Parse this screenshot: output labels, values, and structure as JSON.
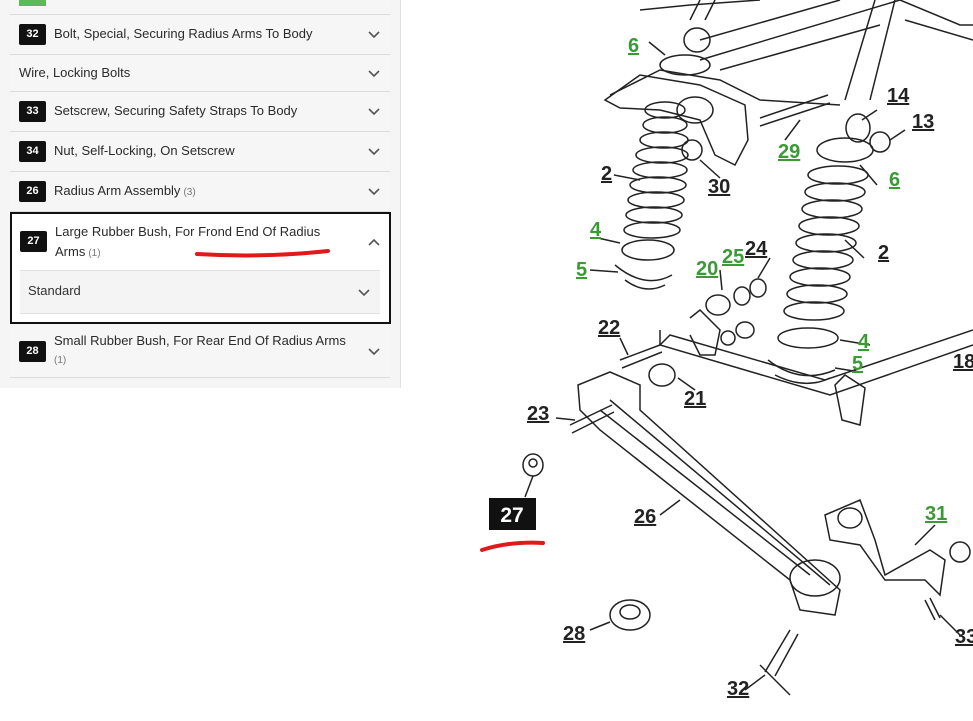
{
  "colors": {
    "accent_green": "#3b9a35",
    "badge_bg": "#111111",
    "annotation_red": "#e0191c"
  },
  "parts_list": {
    "top_badge_partial": "",
    "rows": [
      {
        "number": "32",
        "label": "Bolt, Special, Securing Radius Arms To Body",
        "qty": ""
      },
      {
        "number": "",
        "label": "Wire, Locking Bolts",
        "qty": ""
      },
      {
        "number": "33",
        "label": "Setscrew, Securing Safety Straps To Body",
        "qty": ""
      },
      {
        "number": "34",
        "label": "Nut, Self-Locking, On Setscrew",
        "qty": ""
      },
      {
        "number": "26",
        "label": "Radius Arm Assembly",
        "qty": "(3)"
      },
      {
        "number": "27",
        "label_line1": "Large Rubber Bush, For Frond End Of Radius",
        "label_line2": "Arms",
        "qty": "(1)",
        "expanded": true,
        "option": "Standard"
      },
      {
        "number": "28",
        "label_line1": "Small Rubber Bush, For Rear End Of Radius Arms",
        "qty": "(1)"
      }
    ]
  },
  "diagram": {
    "labels": [
      {
        "text": "6",
        "color": "green"
      },
      {
        "text": "14",
        "color": "black"
      },
      {
        "text": "13",
        "color": "black"
      },
      {
        "text": "29",
        "color": "green"
      },
      {
        "text": "2",
        "color": "black"
      },
      {
        "text": "30",
        "color": "black"
      },
      {
        "text": "6",
        "color": "green"
      },
      {
        "text": "4",
        "color": "green"
      },
      {
        "text": "24",
        "color": "black"
      },
      {
        "text": "25",
        "color": "green"
      },
      {
        "text": "2",
        "color": "black"
      },
      {
        "text": "20",
        "color": "green"
      },
      {
        "text": "5",
        "color": "green"
      },
      {
        "text": "22",
        "color": "black"
      },
      {
        "text": "4",
        "color": "green"
      },
      {
        "text": "18",
        "color": "black"
      },
      {
        "text": "5",
        "color": "green"
      },
      {
        "text": "21",
        "color": "black"
      },
      {
        "text": "23",
        "color": "black"
      },
      {
        "text": "27",
        "color": "highlight"
      },
      {
        "text": "26",
        "color": "black"
      },
      {
        "text": "31",
        "color": "green"
      },
      {
        "text": "28",
        "color": "black"
      },
      {
        "text": "33",
        "color": "black"
      },
      {
        "text": "32",
        "color": "black"
      }
    ]
  }
}
